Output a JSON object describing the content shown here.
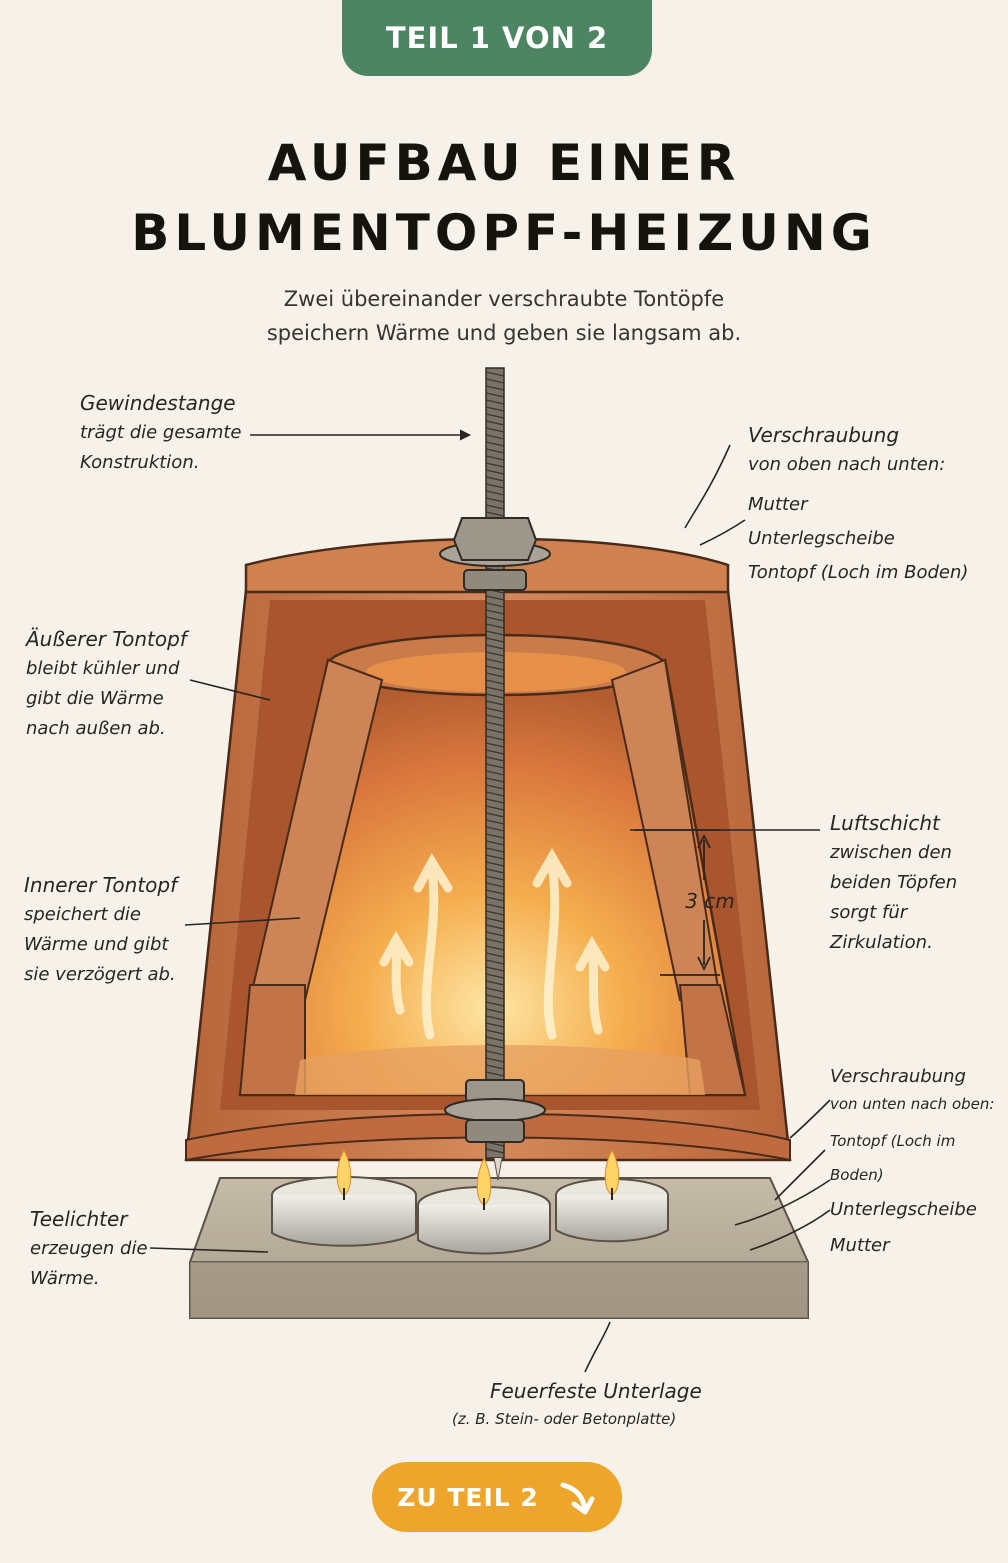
{
  "badge": "TEIL 1 VON 2",
  "title": {
    "line1": "AUFBAU EINER",
    "line2": "BLUMENTOPF-HEIZUNG"
  },
  "subtitle": {
    "line1": "Zwei übereinander verschraubte Tontöpfe",
    "line2": "speichern Wärme und geben sie langsam ab."
  },
  "labels": {
    "gewindestange": {
      "head": "Gewindestange",
      "lines": [
        "trägt die gesamte",
        "Konstruktion."
      ]
    },
    "verschraubung_oben": {
      "head": "Verschraubung",
      "sub": "von oben nach unten:",
      "items": [
        "Mutter",
        "Unterlegscheibe",
        "Tontopf (Loch im Boden)"
      ]
    },
    "aeusserer_topf": {
      "head": "Äußerer Tontopf",
      "lines": [
        "bleibt kühler und",
        "gibt die Wärme",
        "nach außen ab."
      ]
    },
    "innerer_topf": {
      "head": "Innerer Tontopf",
      "lines": [
        "speichert die",
        "Wärme und gibt",
        "sie verzögert ab."
      ]
    },
    "luftschicht": {
      "head": "Luftschicht",
      "lines": [
        "zwischen den",
        "beiden Töpfen",
        "sorgt für",
        "Zirkulation."
      ]
    },
    "abstand": "3 cm",
    "verschraubung_unten": {
      "head": "Verschraubung",
      "sub": "von unten nach oben:",
      "items": [
        "Tontopf (Loch im Boden)",
        "Unterlegscheibe",
        "Mutter"
      ]
    },
    "teelichter": {
      "head": "Teelichter",
      "lines": [
        "erzeugen die",
        "Wärme."
      ]
    },
    "unterlage": {
      "head": "Feuerfeste Unterlage",
      "sub": "(z. B. Stein- oder Betonplatte)"
    }
  },
  "cta": {
    "label": "ZU TEIL 2",
    "icon": "arrow-down-right-icon"
  },
  "colors": {
    "badge": "#4d8461",
    "cta": "#eea52b",
    "clay": "#c8764a",
    "glow": "#f2a23c",
    "background": "#f6f2ea"
  }
}
